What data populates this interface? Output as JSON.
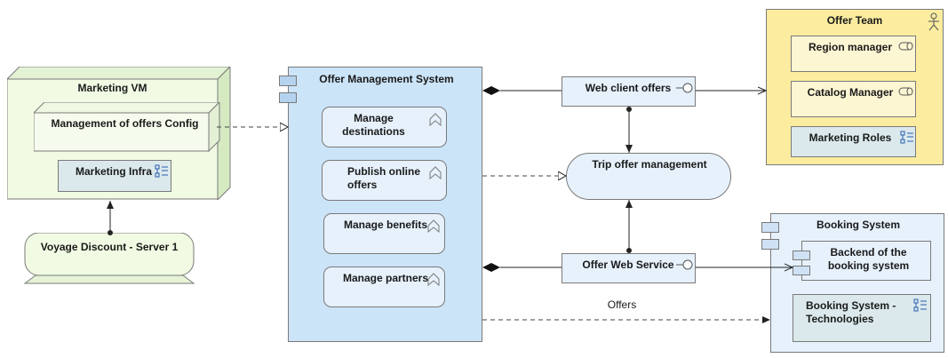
{
  "nodes": {
    "marketing_vm": "Marketing VM",
    "mgmt_offers_config": "Management of offers Config",
    "marketing_infra": "Marketing Infra",
    "voyage_discount": "Voyage Discount - Server 1",
    "offer_mgmt_system": "Offer Management System",
    "manage_destinations": "Manage destinations",
    "publish_online_offers": "Publish online offers",
    "manage_benefits": "Manage benefits",
    "manage_partners": "Manage partners",
    "web_client_offers": "Web client offers",
    "trip_offer_mgmt": "Trip offer management",
    "offer_web_service": "Offer Web Service",
    "offer_team": "Offer Team",
    "region_manager": "Region manager",
    "catalog_manager": "Catalog Manager",
    "marketing_roles": "Marketing Roles",
    "booking_system": "Booking System",
    "backend_booking": "Backend of the booking system",
    "booking_tech": "Booking System - Technologies"
  },
  "edges": {
    "offers_label": "Offers"
  },
  "colors": {
    "node_green": "#f1fbe3",
    "component_blue": "#cce4f8",
    "service_blue": "#e6f1fc",
    "business_yellow": "#fbec9f",
    "business_inner": "#fdf6d3",
    "tech_inner": "#dbe9ec"
  }
}
